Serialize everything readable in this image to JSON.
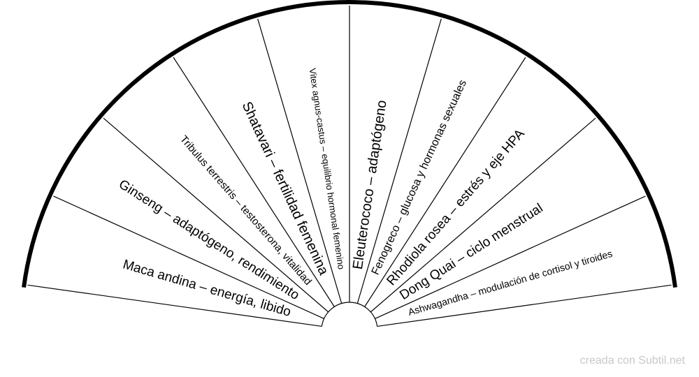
{
  "segments": [
    {
      "label": "Maca andina – energía, libido"
    },
    {
      "label": "Ginseng – adaptógeno, rendimiento"
    },
    {
      "label": "Tribulus terrestris – testosterona, vitalidad"
    },
    {
      "label": "Shatavari – fertilidad femenina"
    },
    {
      "label": "Vitex agnus-castus – equilibrio hormonal femenino"
    },
    {
      "label": "Eleuterococo – adaptógeno"
    },
    {
      "label": "Fenogreco – glucosa y hormonas sexuales"
    },
    {
      "label": "Rhodiola rosea – estrés y eje HPA"
    },
    {
      "label": "Dong Quai – ciclo menstrual"
    },
    {
      "label": "Ashwagandha – modulación de cortisol y tiroides"
    }
  ],
  "credit": "creada con Subtil.net",
  "colors": {
    "line": "#000000",
    "background": "#ffffff",
    "credit": "#c8c8c8"
  }
}
